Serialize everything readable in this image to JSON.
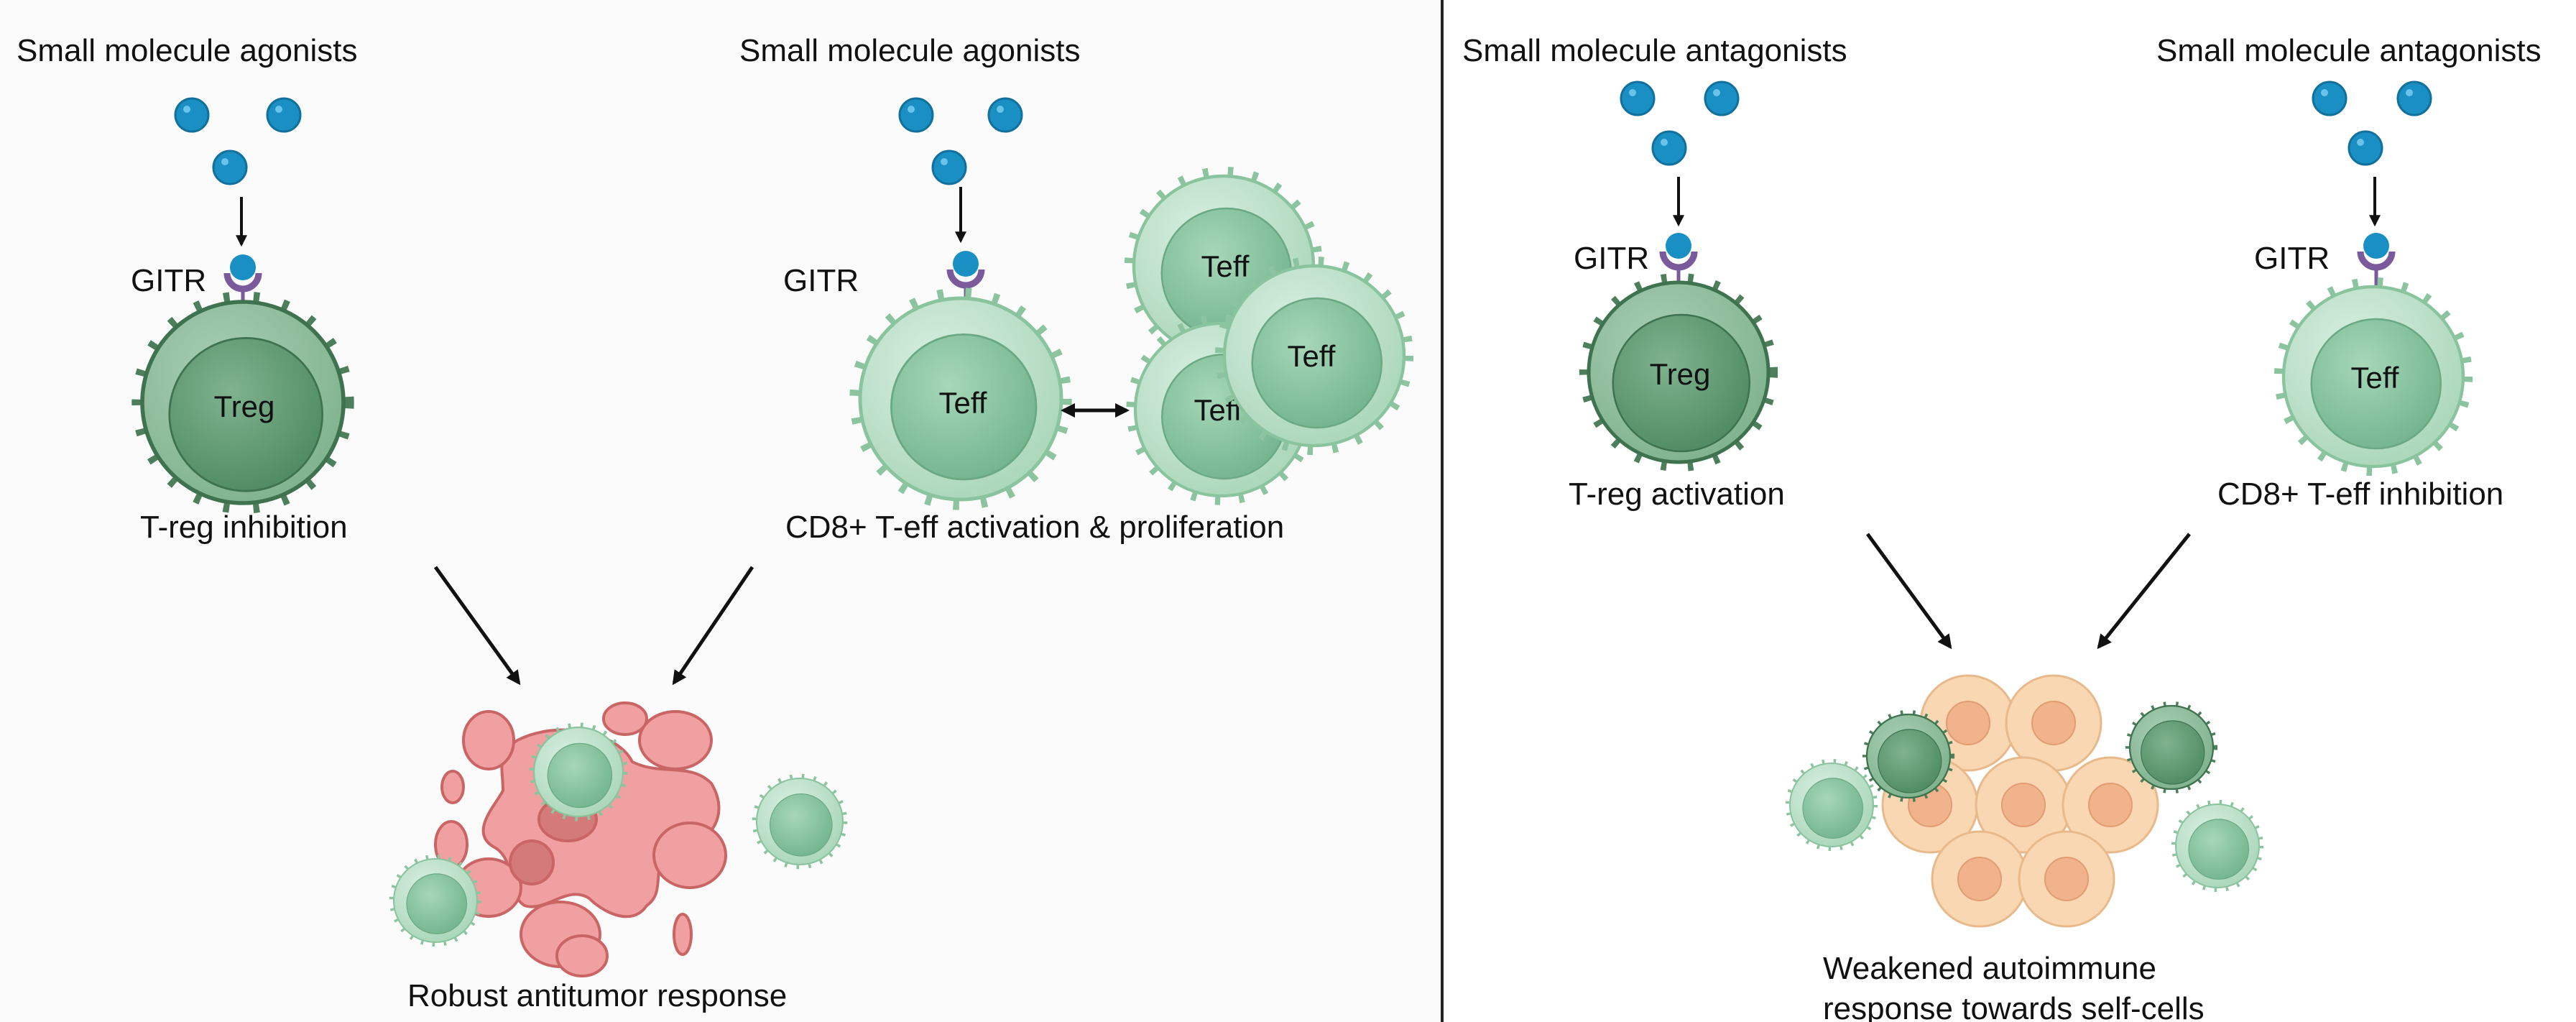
{
  "left_panel": {
    "treg_column": {
      "title": "Small molecule agonists",
      "receptor_label": "GITR",
      "cell_label": "Treg",
      "caption": "T-reg inhibition"
    },
    "teff_column": {
      "title": "Small molecule agonists",
      "receptor_label": "GITR",
      "cell_label": "Teff",
      "proliferated_cell_labels": [
        "Teff",
        "Teff",
        "Teff"
      ],
      "caption": "CD8+ T-eff activation & proliferation"
    },
    "outcome": "Robust antitumor response"
  },
  "right_panel": {
    "treg_column": {
      "title": "Small molecule antagonists",
      "receptor_label": "GITR",
      "cell_label": "Treg",
      "caption": "T-reg activation"
    },
    "teff_column": {
      "title": "Small molecule antagonists",
      "receptor_label": "GITR",
      "cell_label": "Teff",
      "caption": "CD8+ T-eff inhibition"
    },
    "outcome_lines": [
      "Weakened autoimmune",
      "response towards self-cells"
    ]
  },
  "colors": {
    "molecule": "#1a8fc4",
    "receptor": "#7a5a9a",
    "treg_cell": "#5f9a70",
    "teff_cell": "#9ccfae",
    "tumor": "#ef9a9a",
    "self_cell": "#f7cfa6",
    "divider": "#222222"
  }
}
